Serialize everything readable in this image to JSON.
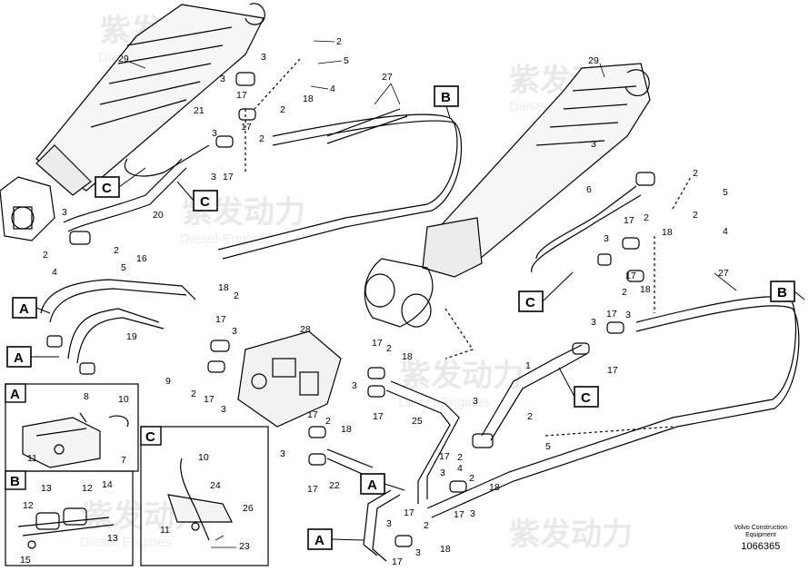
{
  "watermark": {
    "cn": "紫发动力",
    "en": "Diesel-Engines"
  },
  "footer": {
    "line1": "Volvo Construction",
    "line2": "Equipment",
    "code": "1066365"
  },
  "detail_boxes": {
    "A": "A",
    "B": "B",
    "C": "C"
  },
  "callout_boxes": {
    "A": "A",
    "B": "B",
    "C": "C"
  },
  "part_numbers": {
    "n1": "1",
    "n2": "2",
    "n3": "3",
    "n4": "4",
    "n5": "5",
    "n6": "6",
    "n7": "7",
    "n9": "9",
    "n10": "10",
    "n11": "11",
    "n12": "12",
    "n13": "13",
    "n14": "14",
    "n15": "15",
    "n16": "16",
    "n17": "17",
    "n18": "18",
    "n19": "19",
    "n20": "20",
    "n21": "21",
    "n22": "22",
    "n23": "23",
    "n24": "24",
    "n25": "25",
    "n26": "26",
    "n27": "27",
    "n28": "28",
    "n29": "29",
    "n8": "8"
  }
}
